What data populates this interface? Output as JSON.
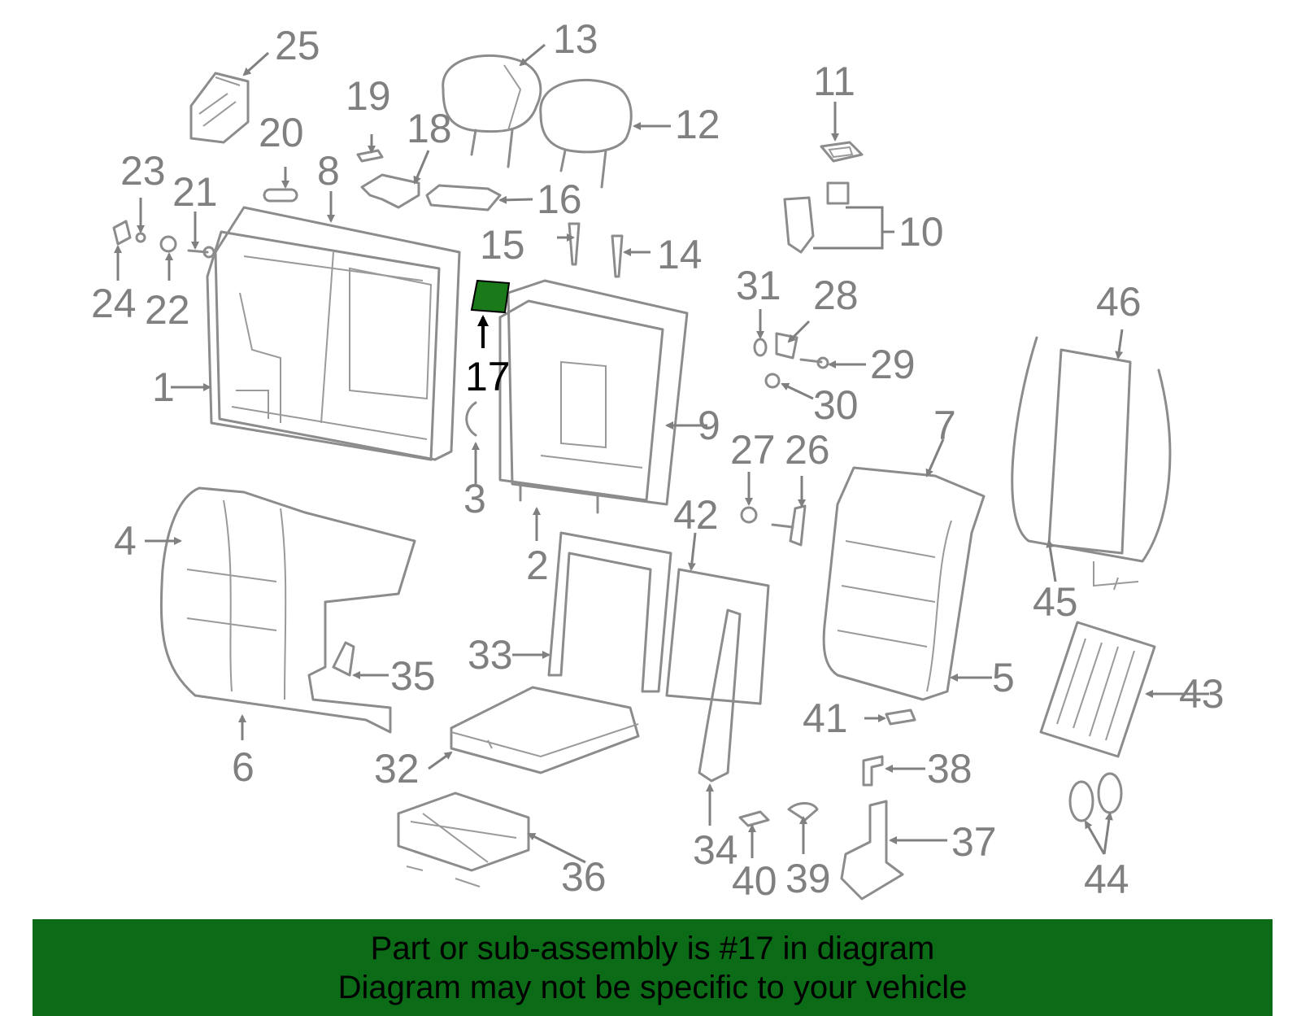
{
  "diagram": {
    "highlight_color": "#1a7a1a",
    "highlighted_part": "17",
    "labels": [
      "1",
      "2",
      "3",
      "4",
      "5",
      "6",
      "7",
      "8",
      "9",
      "10",
      "11",
      "12",
      "13",
      "14",
      "15",
      "16",
      "17",
      "18",
      "19",
      "20",
      "21",
      "22",
      "23",
      "24",
      "25",
      "26",
      "27",
      "28",
      "29",
      "30",
      "31",
      "32",
      "33",
      "34",
      "35",
      "36",
      "37",
      "38",
      "39",
      "40",
      "41",
      "42",
      "43",
      "44",
      "45",
      "46"
    ]
  },
  "caption": {
    "background": "#0b6b16",
    "line1": "Part or sub-assembly is #17 in diagram",
    "line2": "Diagram may not be specific to your vehicle"
  }
}
